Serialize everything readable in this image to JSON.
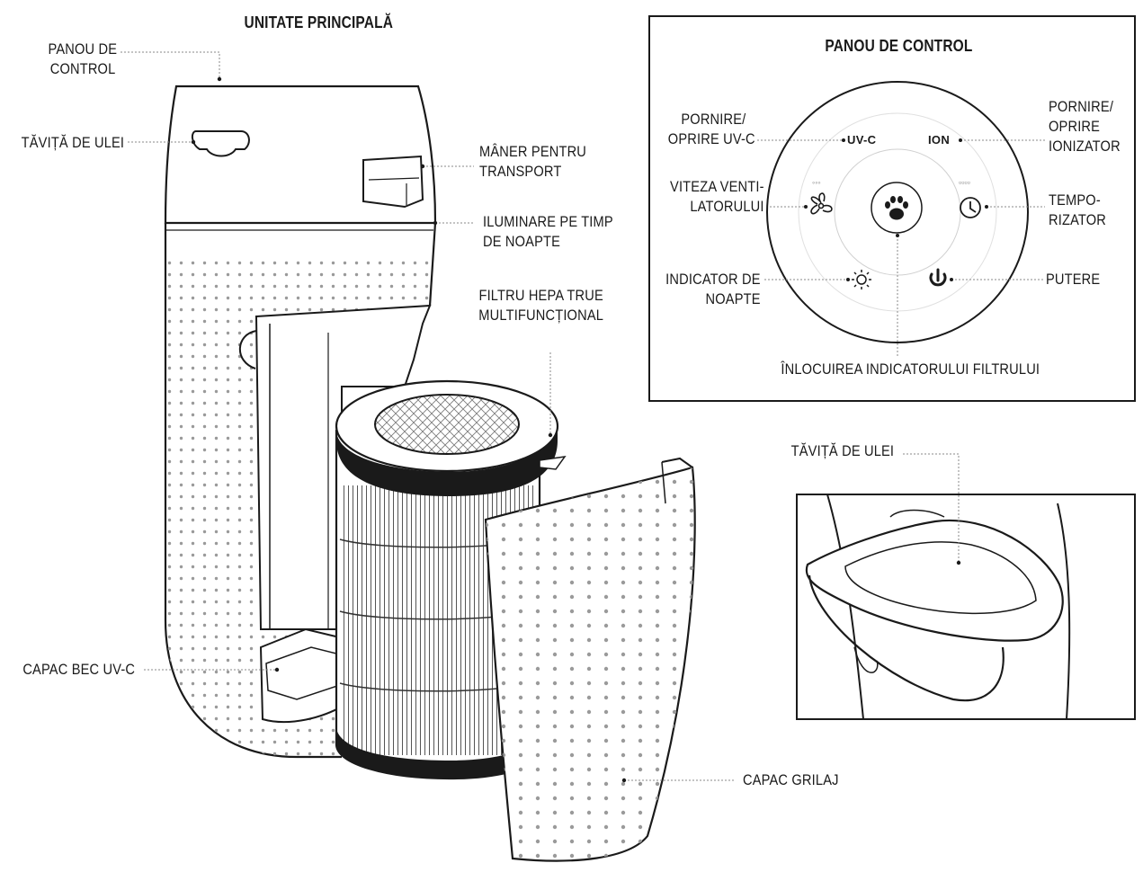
{
  "main_unit": {
    "title": "UNITATE PRINCIPALĂ",
    "labels": {
      "control_panel": [
        "PANOU DE",
        "CONTROL"
      ],
      "oil_tray": "TĂVIȚĂ DE ULEI",
      "handle": [
        "MÂNER PENTRU",
        "TRANSPORT"
      ],
      "night_light": [
        "ILUMINARE PE TIMP",
        "DE NOAPTE"
      ],
      "hepa_filter": [
        "FILTRU HEPA TRUE",
        "MULTIFUNCȚIONAL"
      ],
      "uvc_cover": "CAPAC BEC UV-C",
      "grill_cover": "CAPAC GRILAJ"
    }
  },
  "control_panel_inset": {
    "title": "PANOU DE CONTROL",
    "buttons": {
      "uvc": "UV-C",
      "ion": "ION"
    },
    "labels": {
      "uvc_power": [
        "PORNIRE/",
        "OPRIRE UV-C"
      ],
      "ion_power": [
        "PORNIRE/",
        "OPRIRE",
        "IONIZATOR"
      ],
      "fan_speed": [
        "VITEZA VENTI-",
        "LATORULUI"
      ],
      "timer": [
        "TEMPO-",
        "RIZATOR"
      ],
      "night_indicator": [
        "INDICATOR DE",
        "NOAPTE"
      ],
      "power": "PUTERE",
      "filter_replace": "ÎNLOCUIREA INDICATORULUI FILTRULUI"
    }
  },
  "oil_tray_inset": {
    "title": "TĂVIȚĂ DE ULEI"
  },
  "colors": {
    "ink": "#1a1a1a",
    "leader": "#8a8a8a",
    "dots": "#9a9a9a",
    "panel_ring": "#bbbbbb"
  }
}
